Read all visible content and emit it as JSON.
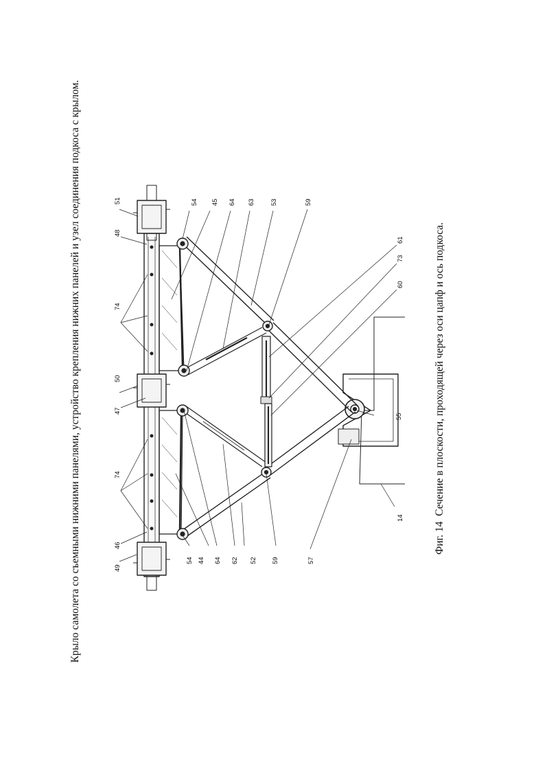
{
  "title": "Крыло самолета со съемными нижними панелями, устройство крепления нижних панелей и узел соединения подкоса с крылом.",
  "caption": {
    "figure": "Фиг. 14",
    "text": "Сечение в плоскости, проходящей через оси цапф и ось подкоса."
  },
  "labels": {
    "p14": "14",
    "p44": "44",
    "p45": "45",
    "p46": "46",
    "p47": "47",
    "p48": "48",
    "p49": "49",
    "p50": "50",
    "p51": "51",
    "p52": "52",
    "p53": "53",
    "p54": "54",
    "p55": "55",
    "p57": "57",
    "p59": "59",
    "p60": "60",
    "p61": "61",
    "p62": "62",
    "p63": "63",
    "p64": "64",
    "p73": "73",
    "p74": "74"
  }
}
